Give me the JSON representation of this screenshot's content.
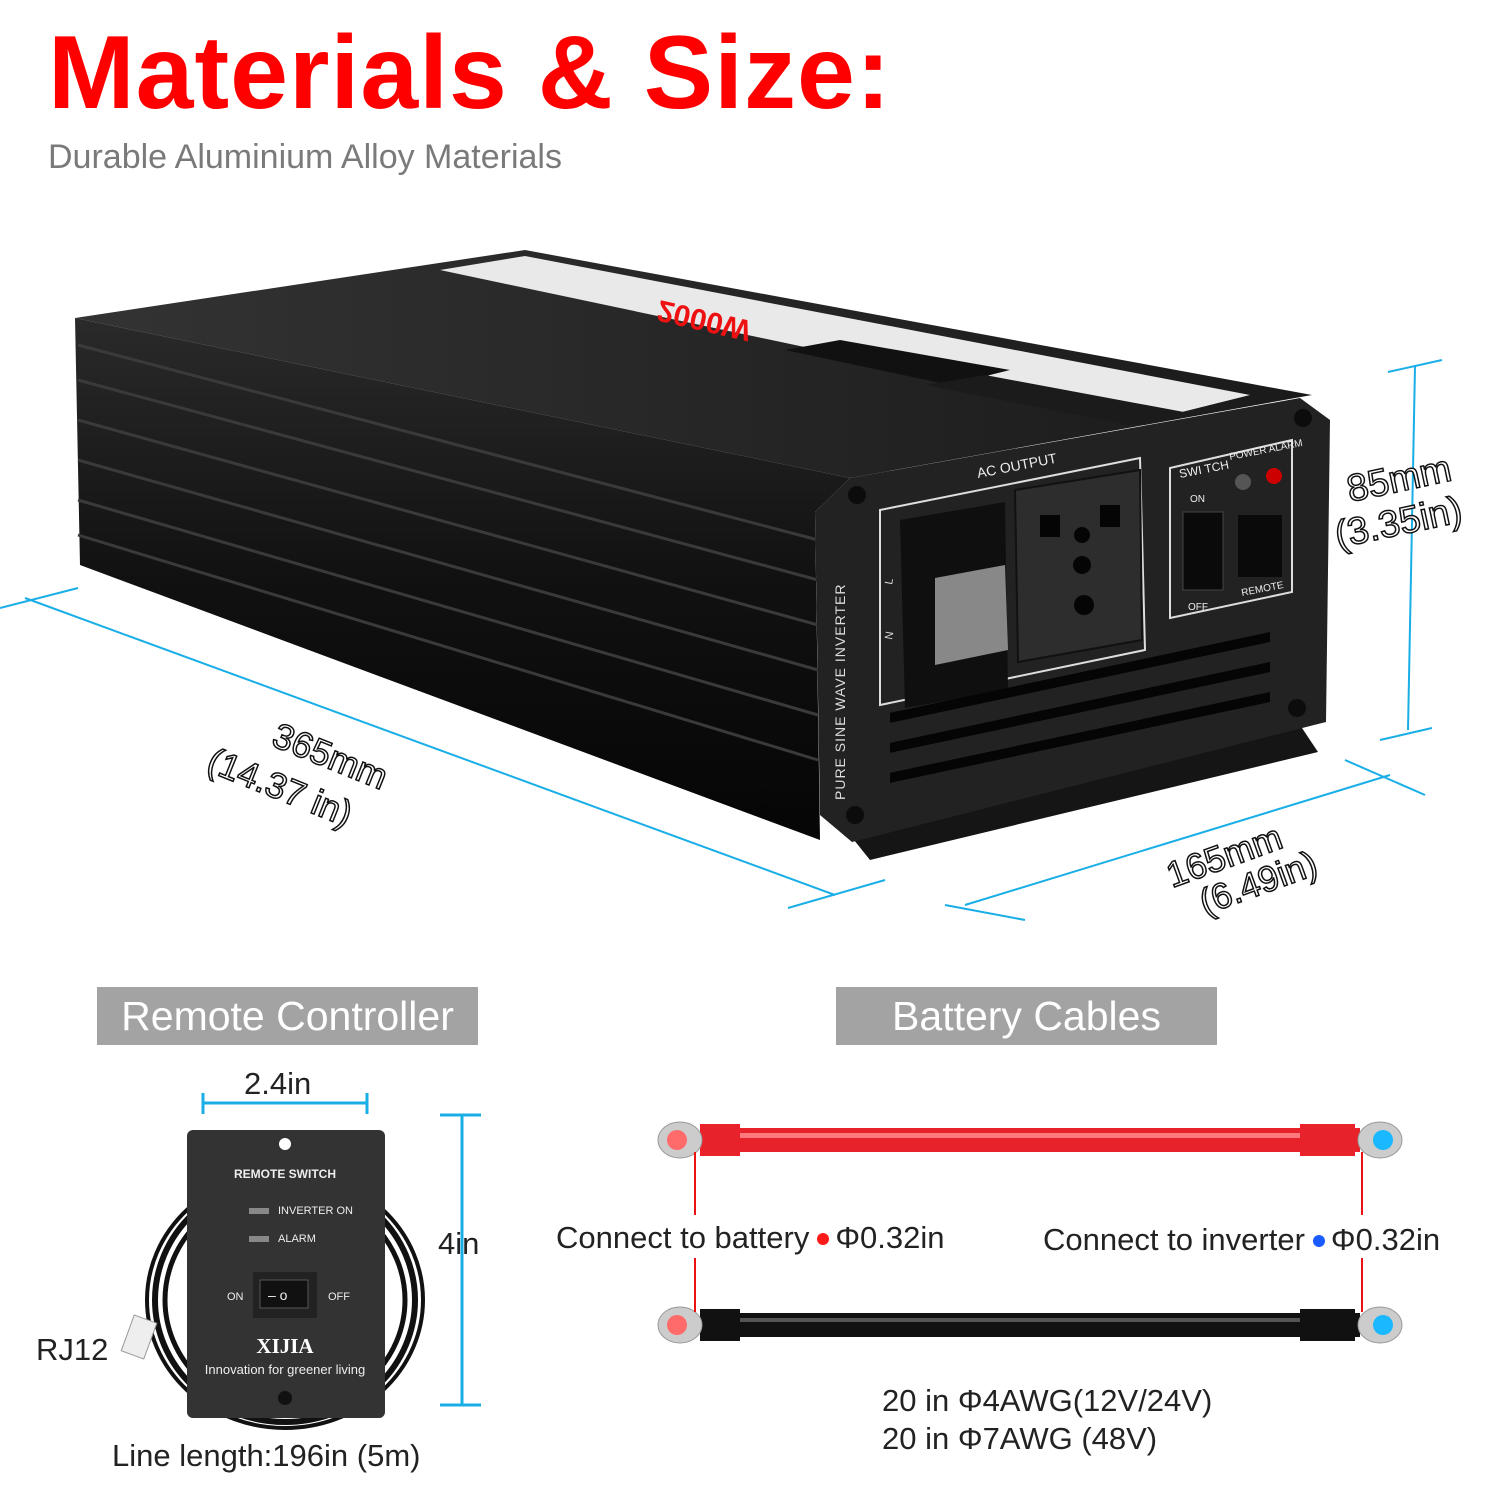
{
  "header": {
    "title": "Materials & Size:",
    "subtitle": "Durable Aluminium Alloy Materials"
  },
  "inverter": {
    "power_label": "2000W",
    "panel_text": "PURE SINE WAVE INVERTER",
    "ac_output": "AC OUTPUT",
    "switch": "SWI TCH",
    "on": "ON",
    "off": "OFF",
    "power_alarm": "POWER ALARM",
    "remote": "REMOTE",
    "terminal_l": "L",
    "terminal_n": "N"
  },
  "dimensions": {
    "length_mm": "365mm",
    "length_in": "(14.37 in)",
    "width_mm": "165mm",
    "width_in": "(6.49in)",
    "height_mm": "85mm",
    "height_in": "(3.35in)"
  },
  "remote_section": {
    "heading": "Remote Controller",
    "width_label": "2.4in",
    "height_label": "4in",
    "connector_label": "RJ12",
    "line_length": "Line length:196in (5m)",
    "panel_title": "REMOTE SWITCH",
    "led_inverter_on": "INVERTER ON",
    "led_alarm": "ALARM",
    "on": "ON",
    "off": "OFF",
    "brand": "XIJIA",
    "slogan": "Innovation for greener living"
  },
  "cables_section": {
    "heading": "Battery Cables",
    "connect_battery": "Connect to battery",
    "connect_inverter": "Connect to inverter",
    "battery_diameter": "Φ0.32in",
    "inverter_diameter": "Φ0.32in",
    "spec_1": "20 in Φ4AWG(12V/24V)",
    "spec_2": "20 in Φ7AWG (48V)"
  },
  "colors": {
    "title_red": "#ff0000",
    "dimension_cyan": "#1aaee6",
    "battery_dot": "#ff1a1a",
    "inverter_dot": "#1a5cff"
  }
}
